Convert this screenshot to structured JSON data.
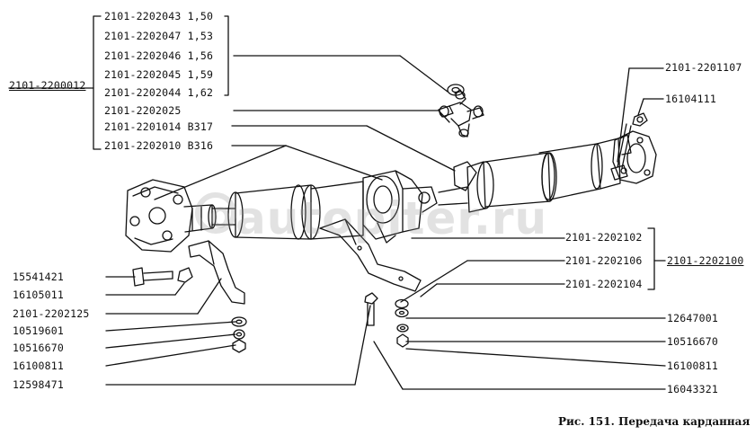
{
  "figure": {
    "caption": "Рис. 151. Передача карданная",
    "watermark": "autopiter.ru"
  },
  "labels": {
    "assembly_main": "2101-2200012",
    "p_2043": "2101-2202043 1,50",
    "p_2047": "2101-2202047 1,53",
    "p_2046": "2101-2202046 1,56",
    "p_2045": "2101-2202045 1,59",
    "p_2044": "2101-2202044 1,62",
    "p_2025": "2101-2202025",
    "p_1014": "2101-2201014  B317",
    "p_2010": "2101-2202010 B316",
    "p_1107": "2101-2201107",
    "p_16104111": "16104111",
    "p_2102": "2101-2202102",
    "p_2106": "2101-2202106",
    "p_2104": "2101-2202104",
    "assembly_support": "2101-2202100",
    "p_15541421": "15541421",
    "p_16105011": "16105011",
    "p_2125": "2101-2202125",
    "p_10519601": "10519601",
    "p_10516670_l": "10516670",
    "p_16100811_l": "16100811",
    "p_12598471": "12598471",
    "p_12647001": "12647001",
    "p_10516670_r": "10516670",
    "p_16100811_r": "16100811",
    "p_16043321": "16043321"
  }
}
